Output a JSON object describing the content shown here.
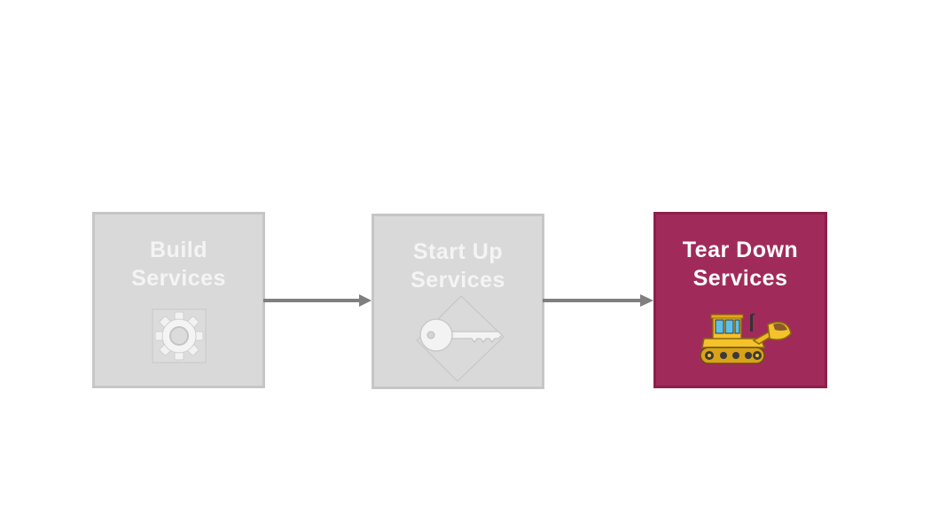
{
  "steps": [
    {
      "line1": "Build",
      "line2": "Services",
      "icon": "gear-icon",
      "state": "inactive"
    },
    {
      "line1": "Start Up",
      "line2": "Services",
      "icon": "key-icon",
      "state": "inactive"
    },
    {
      "line1": "Tear Down",
      "line2": "Services",
      "icon": "bulldozer-icon",
      "state": "active"
    }
  ],
  "colors": {
    "inactive_fill": "#d9d9d9",
    "inactive_border": "#c6c6c6",
    "active_fill": "#a02b5a",
    "active_border": "#8c1f4b",
    "arrow": "#7f7f7f"
  }
}
